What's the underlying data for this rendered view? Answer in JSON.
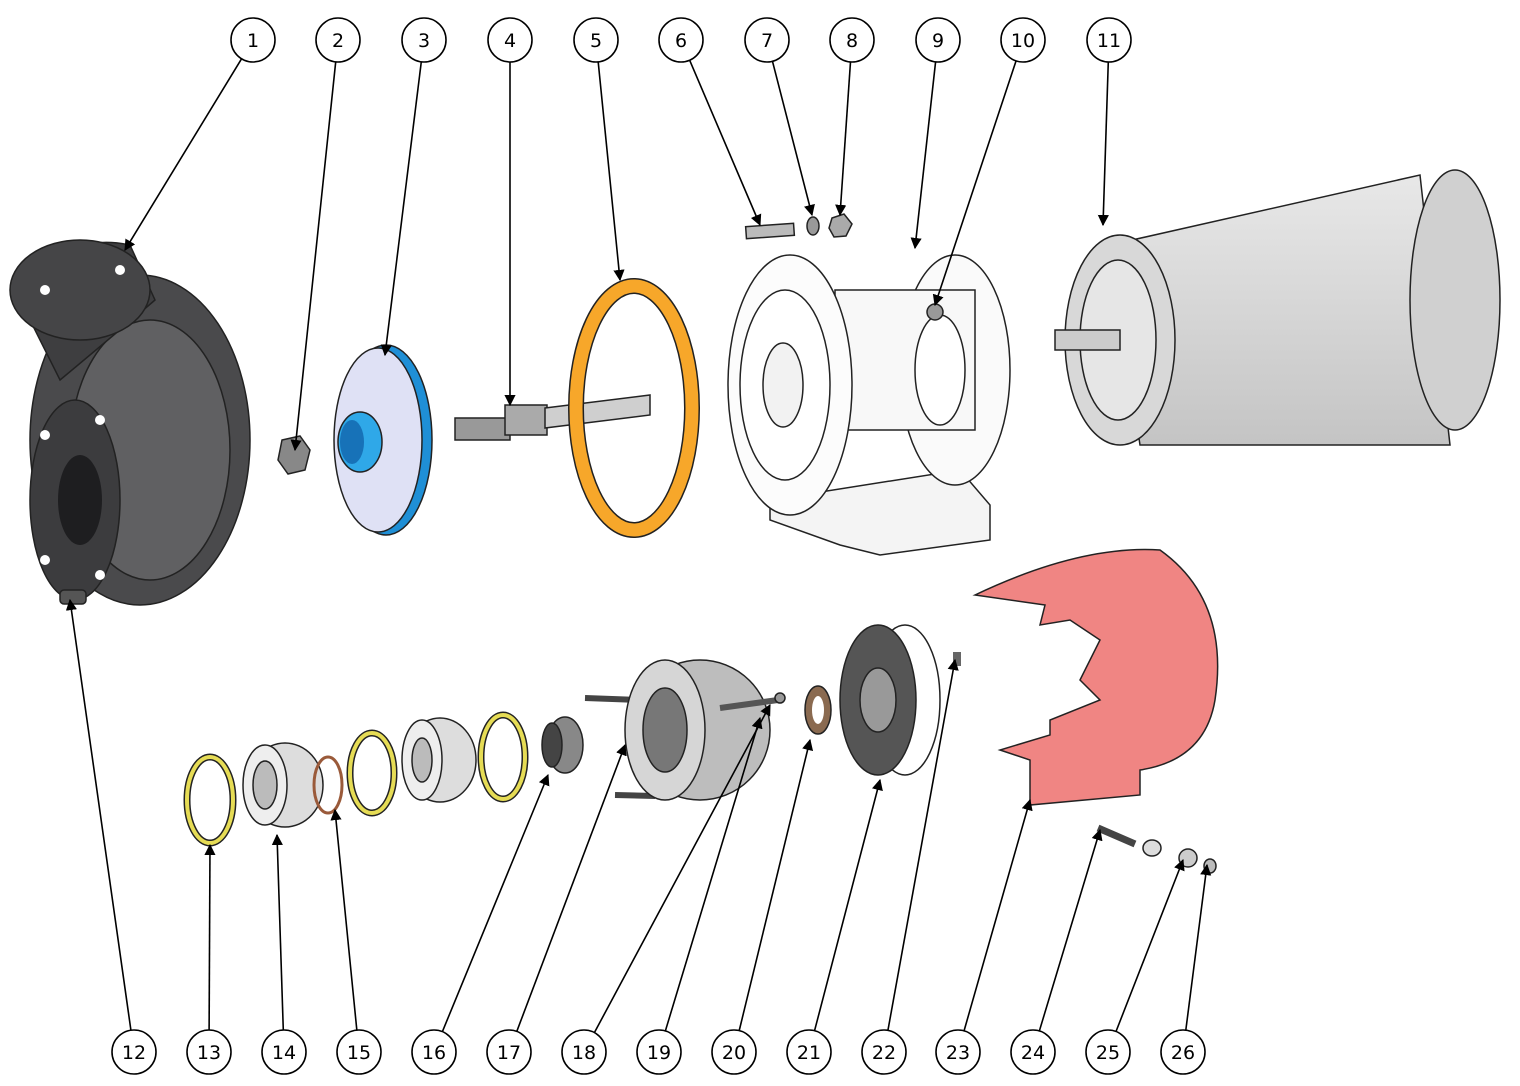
{
  "title": "Pump exploded view",
  "balloons": {
    "b1": "1",
    "b2": "2",
    "b3": "3",
    "b4": "4",
    "b5": "5",
    "b6": "6",
    "b7": "7",
    "b8": "8",
    "b9": "9",
    "b10": "10",
    "b11": "11",
    "b12": "12",
    "b13": "13",
    "b14": "14",
    "b15": "15",
    "b16": "16",
    "b17": "17",
    "b18": "18",
    "b19": "19",
    "b20": "20",
    "b21": "21",
    "b22": "22",
    "b23": "23",
    "b24": "24",
    "b25": "25",
    "b26": "26"
  },
  "colors": {
    "casing": "#505052",
    "impeller": "#dfe1f5",
    "impeller_edge": "#1f8fd6",
    "gasket": "#f7a72a",
    "motor": "#d9d9d9",
    "guard": "#f08583",
    "yellow_ring": "#e6dc55",
    "brown_ring": "#9a5a3a"
  }
}
